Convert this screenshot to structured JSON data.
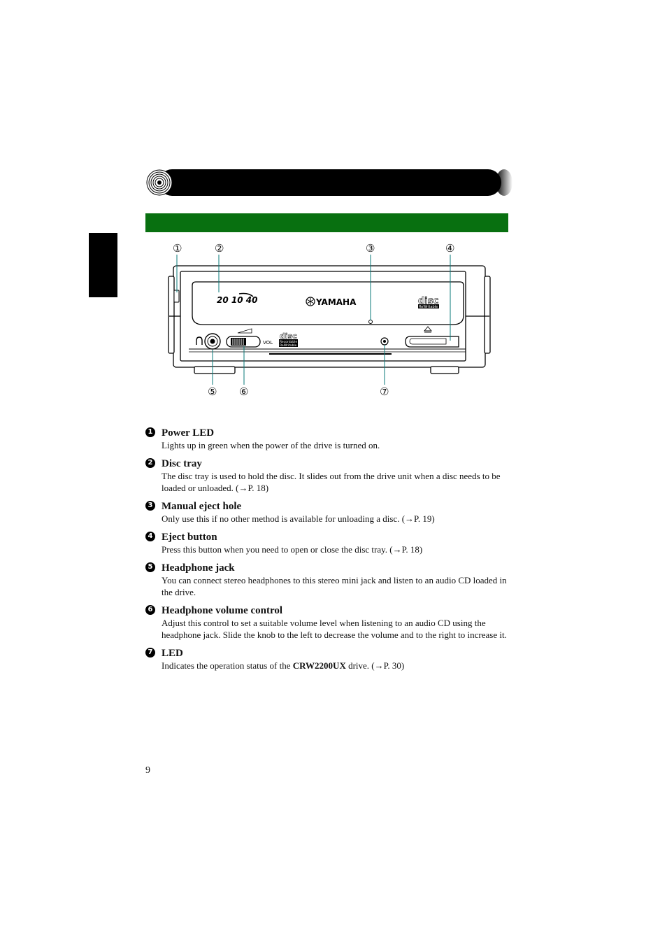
{
  "diagram": {
    "callouts": [
      "①",
      "②",
      "③",
      "④",
      "⑤",
      "⑥",
      "⑦"
    ],
    "speed_label": "20 10 40",
    "brand": "YAMAHA",
    "vol_label": "VOL",
    "disc_logo_top": "disc",
    "disc_logo_badge": "ReWritable",
    "disc_logo2_top": "disc",
    "disc_logo2_line1": "Recordable",
    "disc_logo2_line2": "ReWritable"
  },
  "items": [
    {
      "num": "1",
      "title": "Power LED",
      "desc": "Lights up in green when the power of the drive is turned on."
    },
    {
      "num": "2",
      "title": "Disc tray",
      "desc": "The disc tray is used to hold the disc. It slides out from the drive unit when a disc needs to be loaded or unloaded. (→P. 18)"
    },
    {
      "num": "3",
      "title": "Manual eject hole",
      "desc": "Only use this if no other method is available for unloading a disc. (→P. 19)"
    },
    {
      "num": "4",
      "title": "Eject button",
      "desc": "Press this button when you need to open or close the disc tray. (→P. 18)"
    },
    {
      "num": "5",
      "title": "Headphone jack",
      "desc": "You can connect stereo headphones to this stereo mini jack and listen to an audio CD loaded in the drive."
    },
    {
      "num": "6",
      "title": "Headphone volume control",
      "desc": "Adjust this control to set a suitable volume level when listening to an audio CD using the headphone jack. Slide the knob to the left to decrease the volume and to the right to increase it."
    },
    {
      "num": "7",
      "title": "LED",
      "desc_before": "Indicates the operation status of the ",
      "desc_bold": "CRW2200UX",
      "desc_after": " drive. (→P. 30)"
    }
  ],
  "page_number": "9"
}
